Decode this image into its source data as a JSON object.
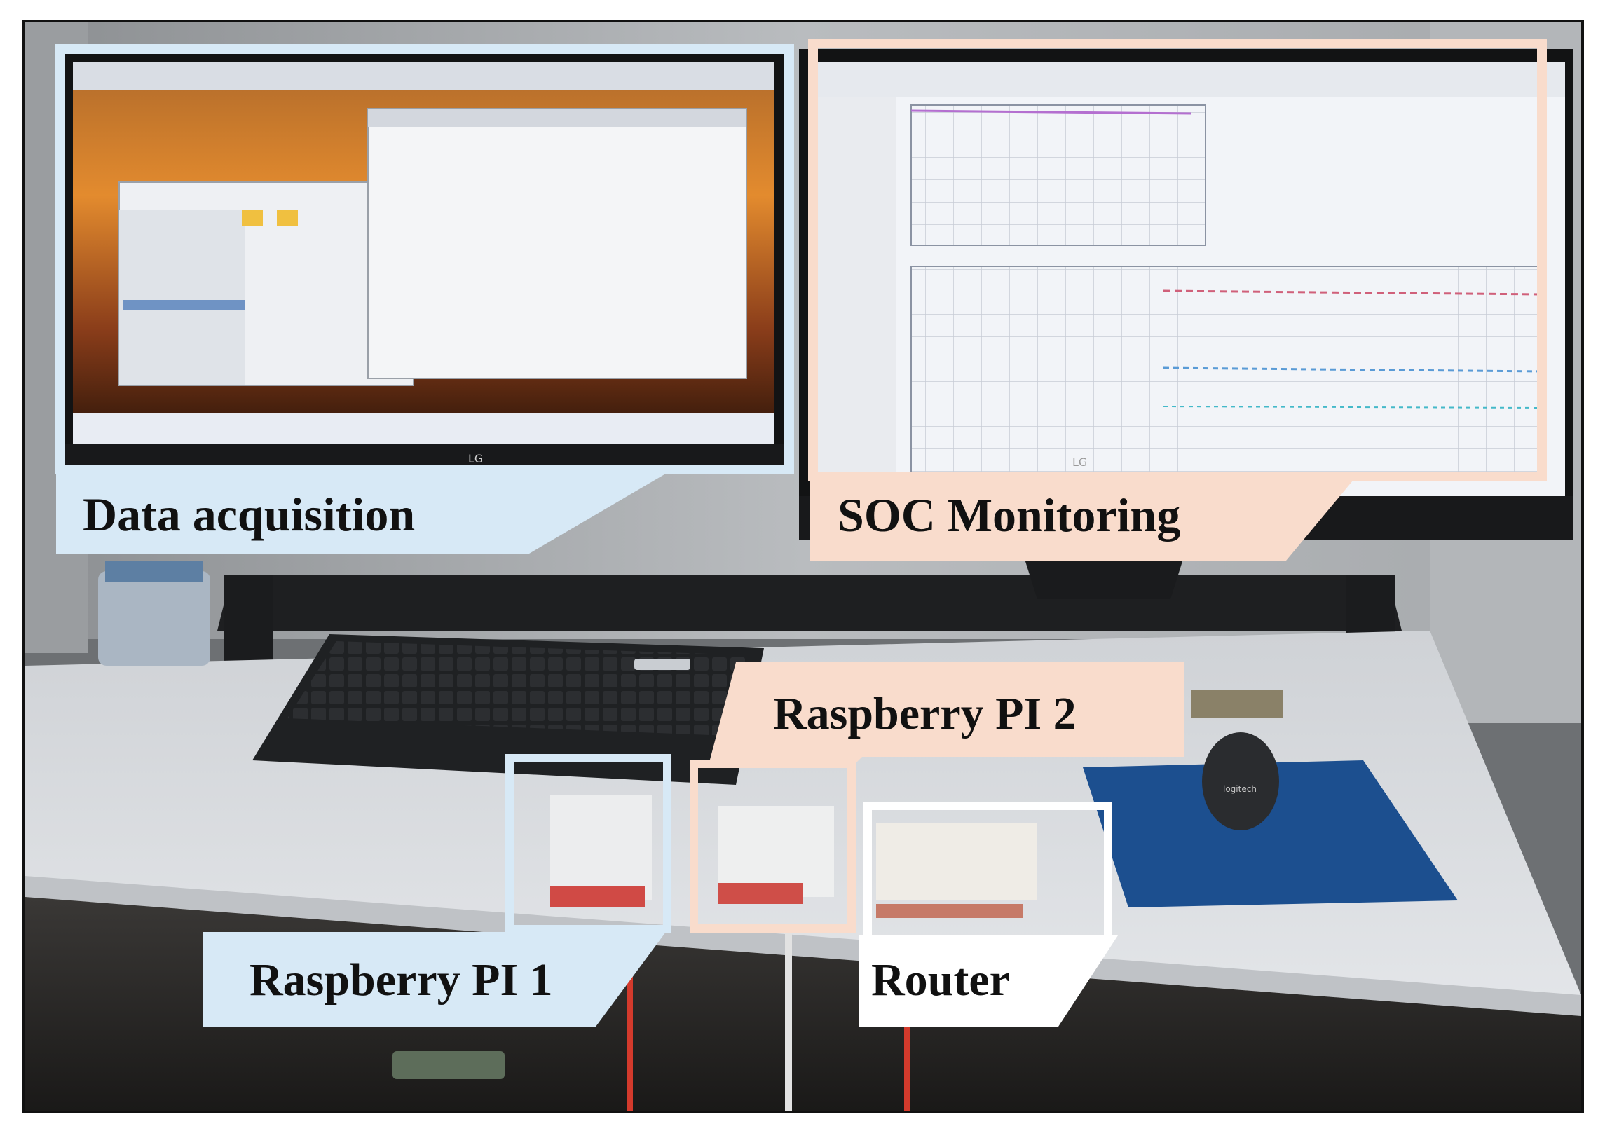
{
  "labels": {
    "data_acquisition": "Data acquisition",
    "soc_monitoring": "SOC Monitoring",
    "raspberry_pi_2": "Raspberry PI 2",
    "raspberry_pi_1": "Raspberry PI 1",
    "router": "Router"
  },
  "monitor_brand": "LG",
  "mouse_brand": "logitech",
  "colors": {
    "blue_callout": "#d7e9f6",
    "peach_callout": "#f9dccc",
    "white_callout": "#ffffff",
    "desk": "#e4e6e9",
    "mousepad": "#1c4f8f"
  }
}
